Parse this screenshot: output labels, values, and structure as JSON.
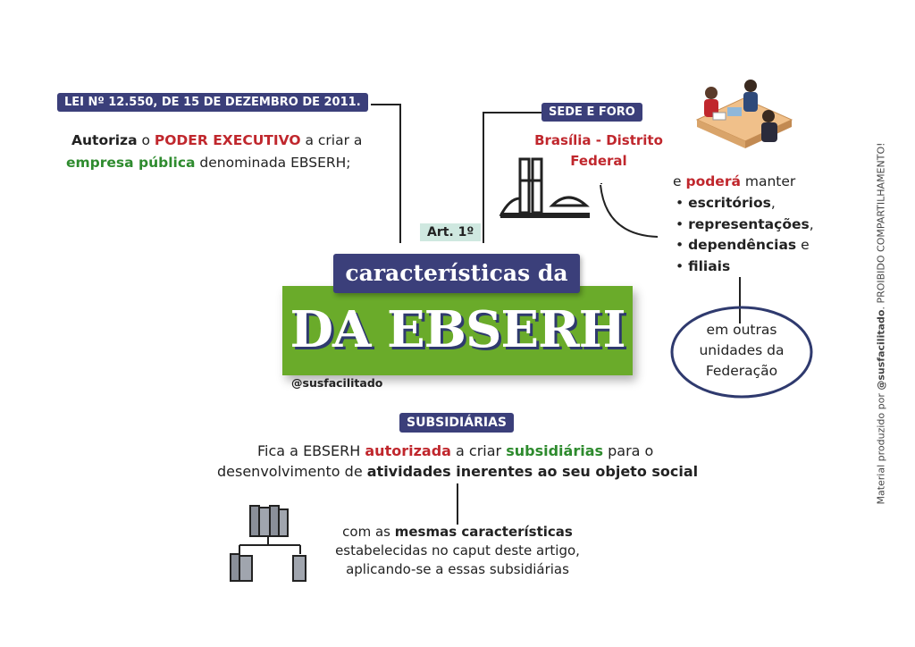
{
  "law_tag": "LEI Nº 12.550, DE 15 DE DEZEMBRO DE 2011.",
  "law_text": {
    "p1": "Autoriza",
    "p2": " o ",
    "p3": "PODER EXECUTIVO",
    "p4": " a criar a",
    "p5": "empresa pública",
    "p6": " denominada EBSERH;"
  },
  "sede_tag": "SEDE E FORO",
  "sede_text": {
    "line1": "Brasília - Distrito",
    "line2": "Federal"
  },
  "offices": {
    "intro_pre": "e ",
    "intro_bold": "poderá",
    "intro_post": " manter",
    "items": [
      "escritórios",
      "representações",
      "dependências",
      "filiais"
    ],
    "item_suffixes": [
      ",",
      ",",
      " e",
      ""
    ],
    "circle": [
      "em outras",
      "unidades da",
      "Federação"
    ]
  },
  "art_tag": "Art. 1º",
  "title": {
    "top": "características da",
    "main": "DA EBSERH",
    "handle": "@susfacilitado"
  },
  "subsidiarias": {
    "tag": "SUBSIDIÁRIAS",
    "l1a": "Fica a EBSERH ",
    "l1b": "autorizada",
    "l1c": " a criar ",
    "l1d": "subsidiárias",
    "l1e": " para o",
    "l2a": "desenvolvimento de ",
    "l2b": "atividades inerentes ao seu objeto social",
    "c1a": "com as ",
    "c1b": "mesmas características",
    "c2": "estabelecidas no caput deste artigo,",
    "c3": "aplicando-se a essas subsidiárias"
  },
  "watermark": {
    "pre": "Material produzido por ",
    "handle": "@susfacilitado",
    "post": ". PROIBIDO COMPARTILHAMENTO!"
  },
  "icons": [
    "office-meeting-icon",
    "congress-building-icon",
    "organization-buildings-icon"
  ],
  "colors": {
    "navy": "#3b3f7a",
    "green": "#6aab2a",
    "red": "#c0272d",
    "dark_green": "#2e8b2e"
  }
}
